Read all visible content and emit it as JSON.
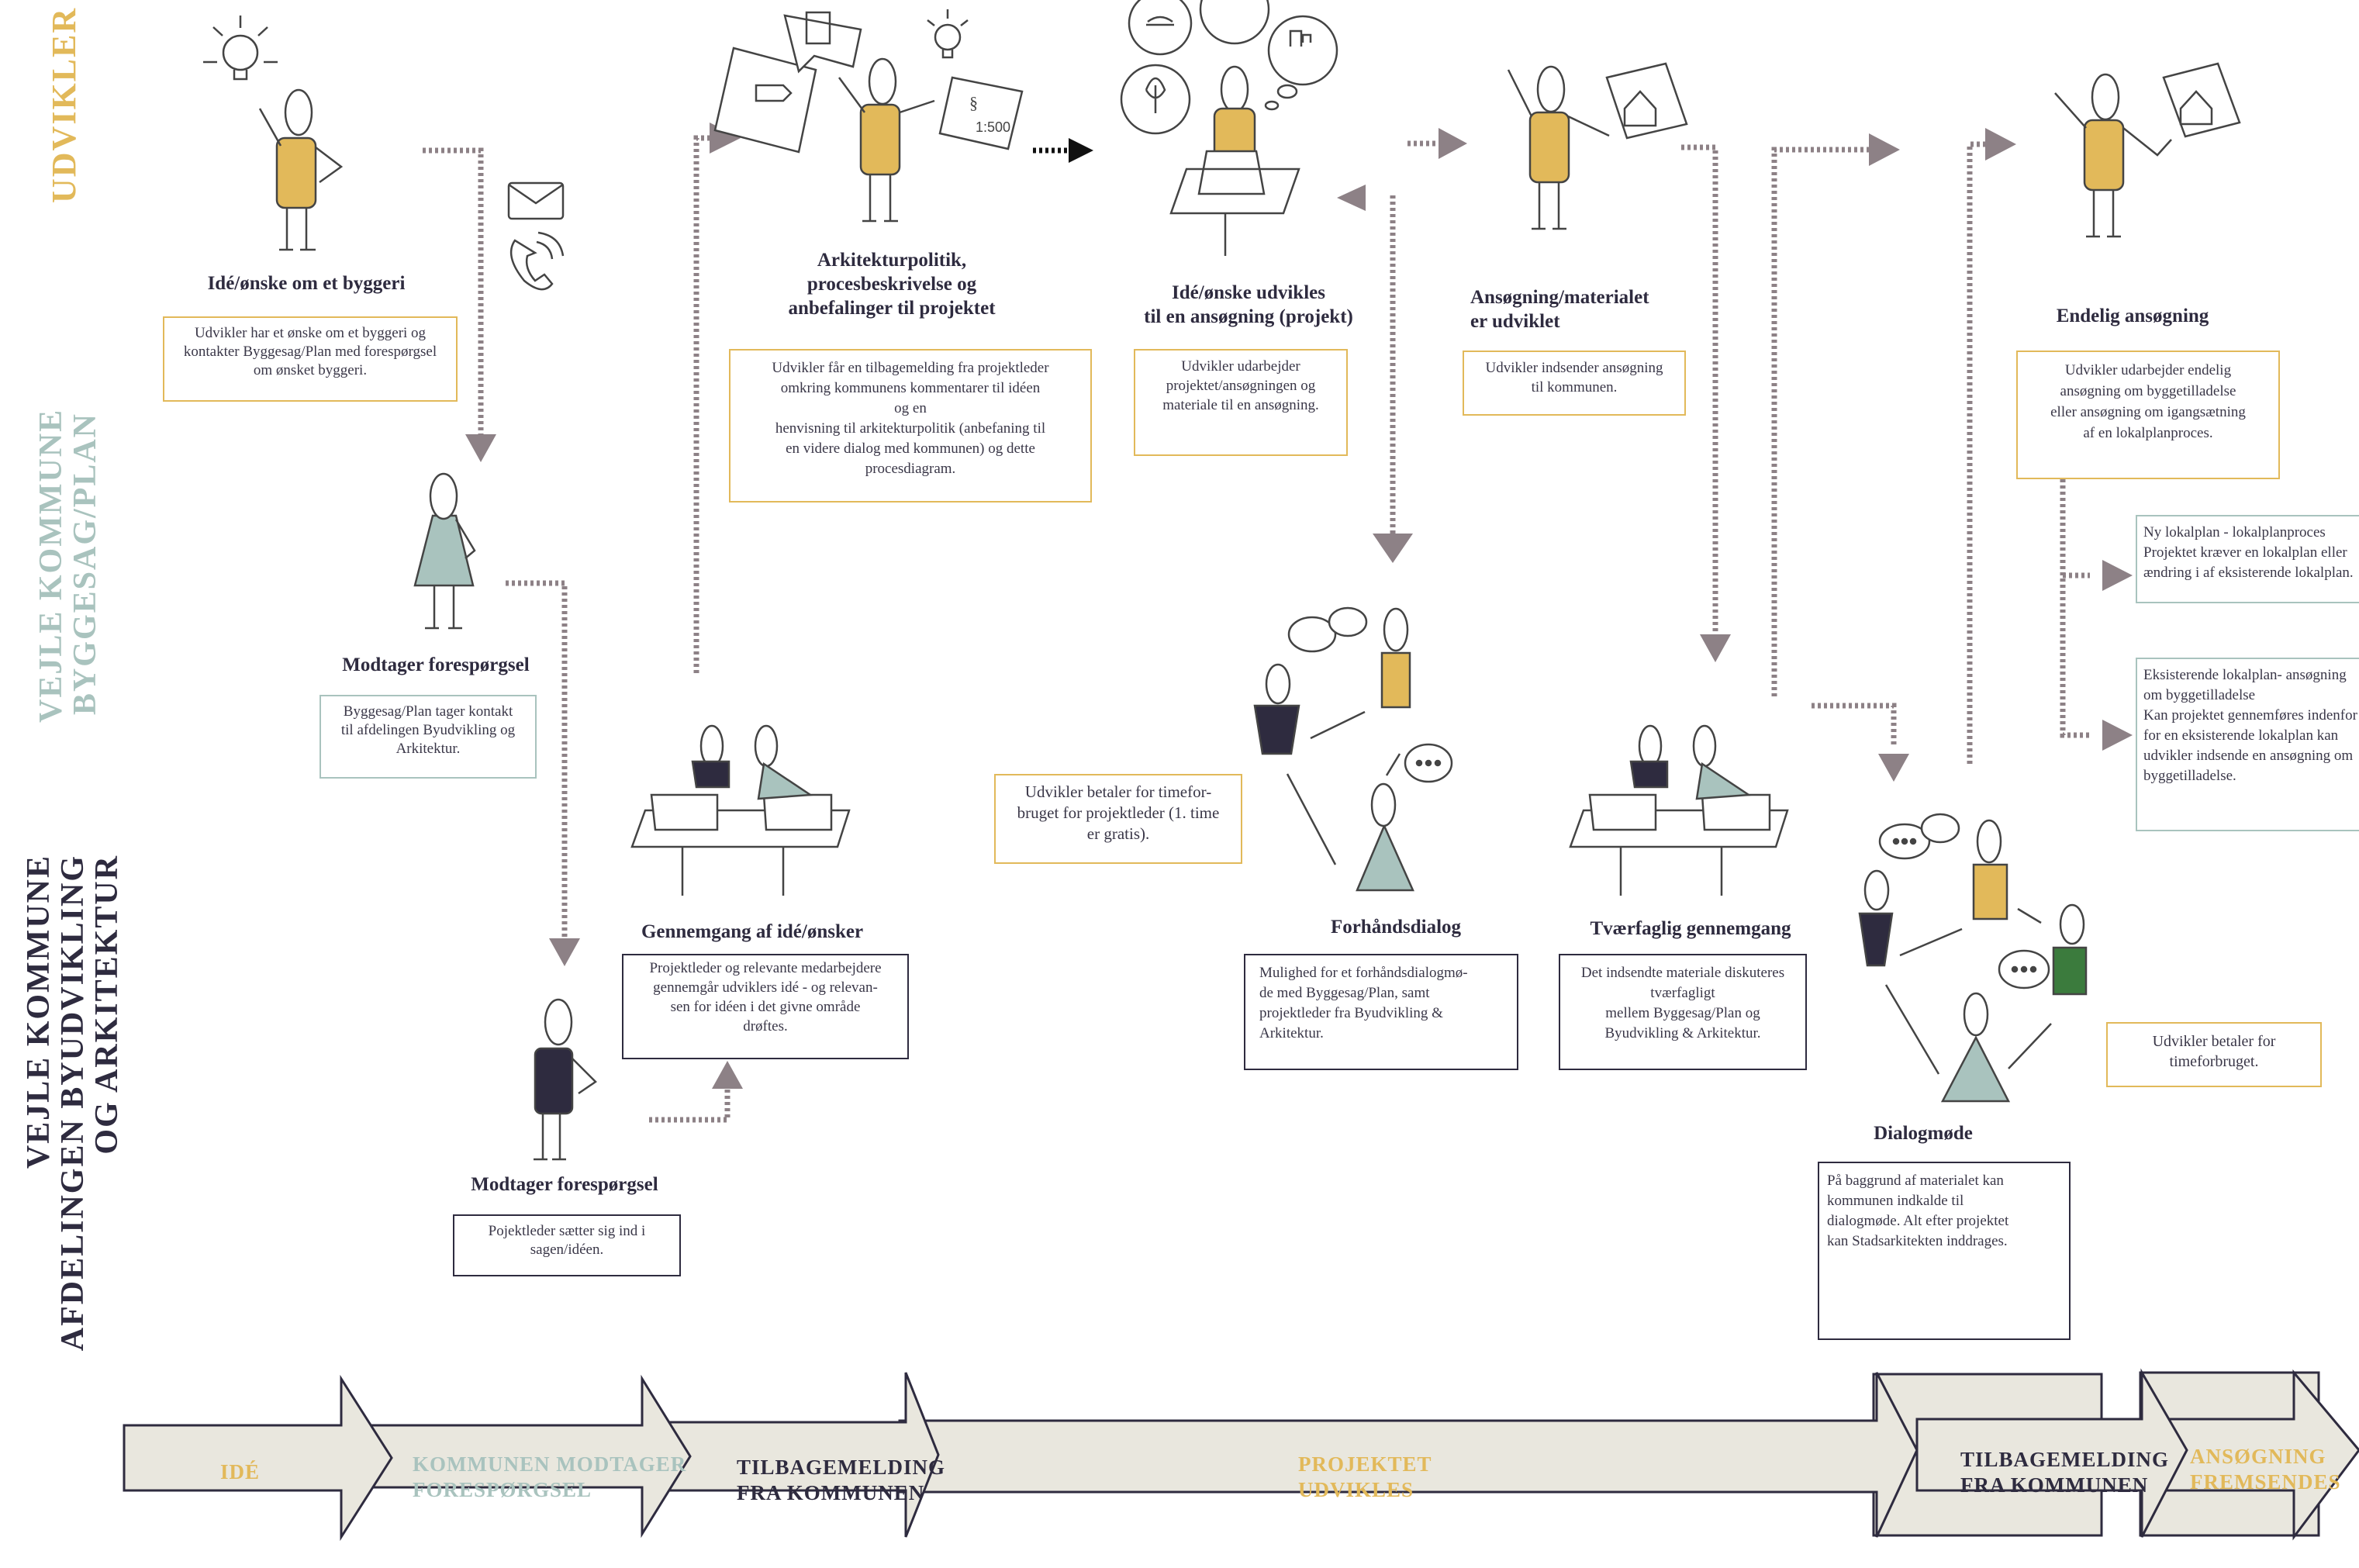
{
  "colors": {
    "yellow": "#e2b95a",
    "teal": "#a9c3be",
    "navy": "#2e2b3f",
    "arrow": "#8d8186",
    "green": "#3b7b3d",
    "band": "#e9e7de"
  },
  "lanes": {
    "udvikler": "UDVIKLER",
    "bygge": [
      "VEJLE KOMMUNE",
      "BYGGESAG/PLAN"
    ],
    "byud": [
      "VEJLE KOMMUNE",
      "AFDELINGEN BYUDVIKLING",
      "OG ARKITEKTUR"
    ]
  },
  "icons": {
    "scale": "1:500",
    "section": "§"
  },
  "steps": {
    "ide": {
      "title": "Idé/ønske om et byggeri",
      "text": [
        "Udvikler har et ønske om et byggeri og",
        "kontakter Byggesag/Plan med forespørgsel",
        "om ønsket byggeri."
      ]
    },
    "modtager1": {
      "title": "Modtager forespørgsel",
      "text": [
        "Byggesag/Plan tager kontakt",
        "til afdelingen Byudvikling og",
        "Arkitektur."
      ]
    },
    "modtager2": {
      "title": "Modtager forespørgsel",
      "text": [
        "Pojektleder sætter sig ind i",
        "sagen/idéen."
      ]
    },
    "gennemgang": {
      "title": "Gennemgang af idé/ønsker",
      "text": [
        "Projektleder og relevante medarbejdere",
        "gennemgår udviklers idé - og relevan-",
        "sen for idéen i det givne område",
        "drøftes."
      ]
    },
    "arkitektur": {
      "title": [
        "Arkitekturpolitik,",
        "procesbeskrivelse og",
        "anbefalinger til projektet"
      ],
      "text": [
        "Udvikler får en tilbagemelding fra projektleder",
        "omkring kommunens kommentarer til idéen",
        "og en",
        "henvisning til arkitekturpolitik (anbefaning til",
        "en videre dialog med kommunen) og dette",
        "procesdiagram."
      ]
    },
    "udvikles": {
      "title": [
        "Idé/ønske udvikles",
        "til en ansøgning (projekt)"
      ],
      "text": [
        "Udvikler udarbejder",
        "projektet/ansøgningen og",
        "materiale til en ansøgning."
      ]
    },
    "betaler1": {
      "text": [
        "Udvikler betaler for timefor-",
        "bruget for projektleder (1. time",
        "er gratis)."
      ]
    },
    "forhand": {
      "title": "Forhåndsdialog",
      "text": [
        "Mulighed for et forhåndsdialogmø-",
        "de med Byggesag/Plan, samt",
        "projektleder fra Byudvikling &",
        "Arkitektur."
      ]
    },
    "ansogning": {
      "title": [
        "Ansøgning/materialet",
        "er udviklet"
      ],
      "text": [
        "Udvikler indsender ansøgning",
        "til kommunen."
      ]
    },
    "tvaer": {
      "title": "Tværfaglig gennemgang",
      "text": [
        "Det indsendte materiale diskuteres",
        "tværfagligt",
        "mellem Byggesag/Plan og",
        "Byudvikling & Arkitektur."
      ]
    },
    "dialogmode": {
      "title": "Dialogmøde",
      "text": [
        "På baggrund af materialet kan",
        "kommunen indkalde til",
        "dialogmøde. Alt efter projektet",
        "kan Stadsarkitekten inddrages."
      ]
    },
    "endelig": {
      "title": "Endelig ansøgning",
      "text": [
        "Udvikler udarbejder endelig",
        "ansøgning om byggetilladelse",
        "eller ansøgning om igangsætning",
        "af en lokalplanproces."
      ]
    },
    "nylokal": {
      "text": [
        "Ny lokalplan - lokalplanproces",
        "Projektet kræver en lokalplan eller",
        "ændring i af eksisterende lokalplan."
      ]
    },
    "eksist": {
      "text": [
        "Eksisterende lokalplan- ansøgning",
        "om byggetilladelse",
        "Kan projektet gennemføres indenfor",
        "for en eksisterende lokalplan kan",
        "udvikler indsende en ansøgning om",
        "byggetilladelse."
      ]
    },
    "betaler2": {
      "text": [
        "Udvikler betaler for",
        "timeforbruget."
      ]
    }
  },
  "stages": [
    {
      "label": [
        "IDÉ"
      ],
      "color": "yellow"
    },
    {
      "label": [
        "KOMMUNEN MODTAGER",
        "FORESPØRGSEL"
      ],
      "color": "teal"
    },
    {
      "label": [
        "TILBAGEMELDING",
        "FRA KOMMUNEN"
      ],
      "color": "navy"
    },
    {
      "label": [
        "PROJEKTET",
        "UDVIKLES"
      ],
      "color": "yellow"
    },
    {
      "label": [
        "TILBAGEMELDING",
        "FRA KOMMUNEN"
      ],
      "color": "navy"
    },
    {
      "label": [
        "ANSØGNING",
        "FREMSENDES"
      ],
      "color": "yellow"
    }
  ]
}
